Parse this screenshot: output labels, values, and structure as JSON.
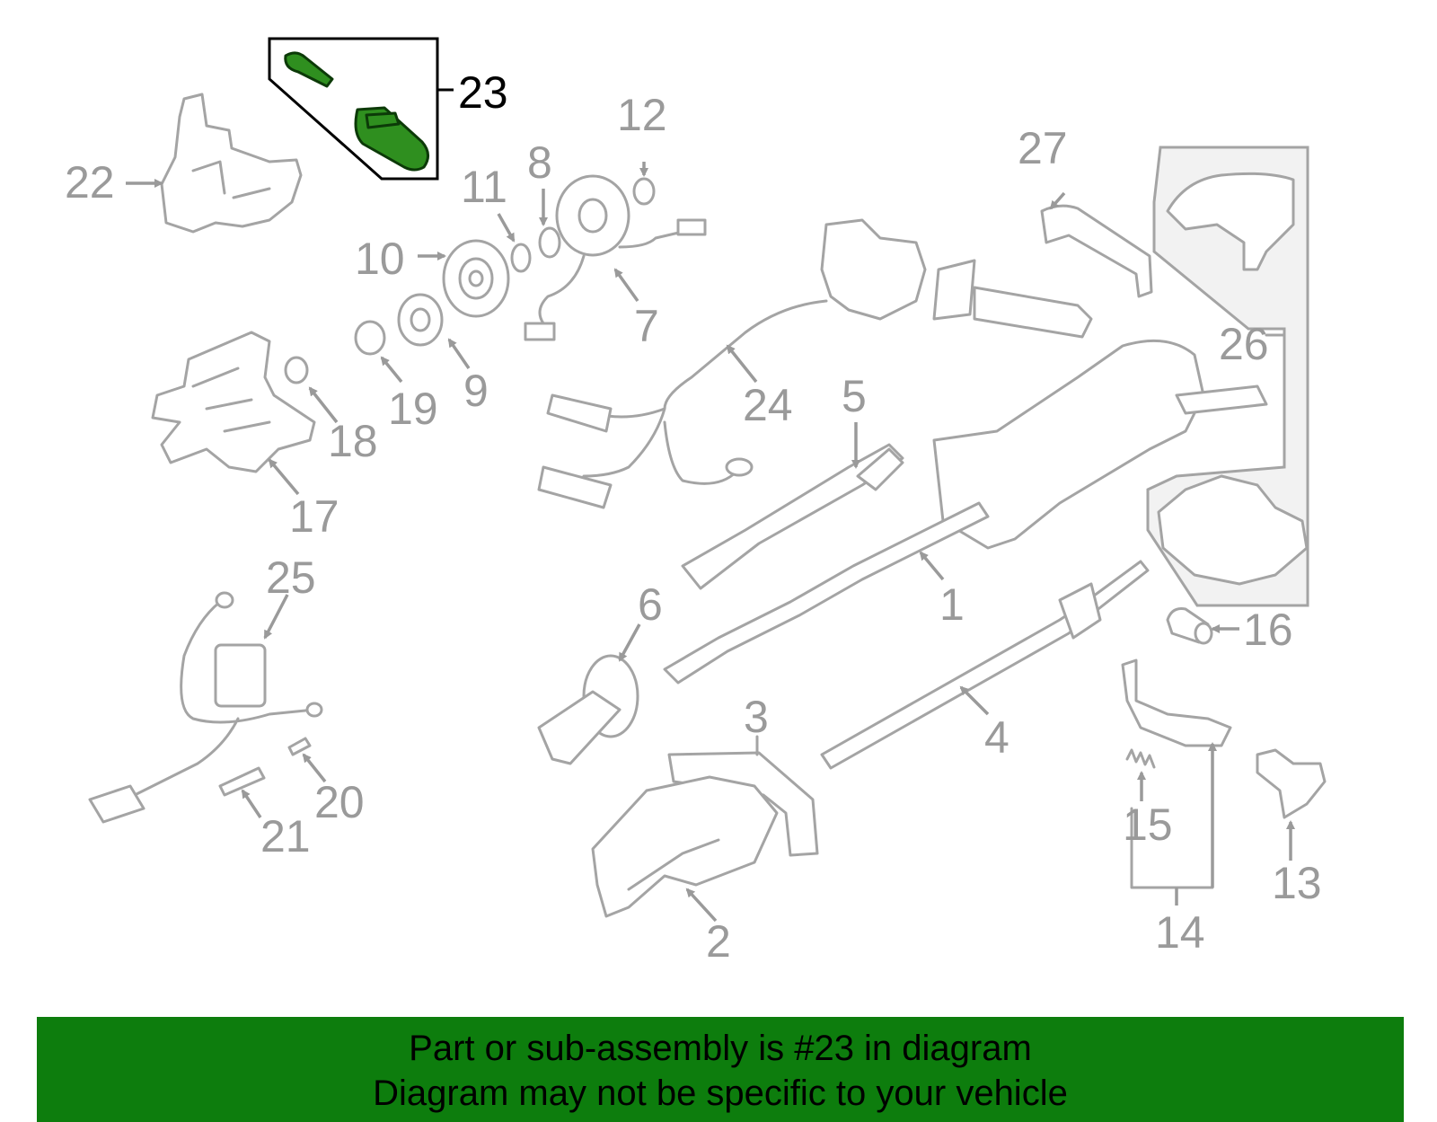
{
  "diagram": {
    "highlighted_part": "23",
    "colors": {
      "highlight_fill": "#2f8f1f",
      "part_stroke": "#a4a4a4",
      "label": "#9a9a9a",
      "banner": "#0d7d0d"
    },
    "labels": {
      "p1": "1",
      "p2": "2",
      "p3": "3",
      "p4": "4",
      "p5": "5",
      "p6": "6",
      "p7": "7",
      "p8": "8",
      "p9": "9",
      "p10": "10",
      "p11": "11",
      "p12": "12",
      "p13": "13",
      "p14": "14",
      "p15": "15",
      "p16": "16",
      "p17": "17",
      "p18": "18",
      "p19": "19",
      "p20": "20",
      "p21": "21",
      "p22": "22",
      "p23": "23",
      "p24": "24",
      "p25": "25",
      "p26": "26",
      "p27": "27"
    }
  },
  "banner": {
    "line1": "Part or sub-assembly is #23 in diagram",
    "line2": "Diagram may not be specific to your vehicle"
  }
}
